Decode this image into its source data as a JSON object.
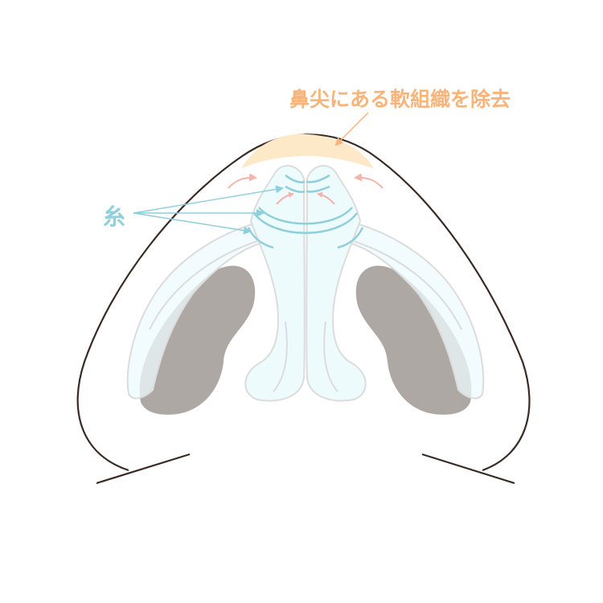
{
  "diagram": {
    "title": "Nose tip cartilage suture diagram (bottom view)",
    "labels": {
      "tip_soft_tissue": "鼻尖にある軟組織を除去",
      "thread": "糸"
    },
    "colors": {
      "outline": "#3a2a24",
      "soft_tissue": "#fde9c8",
      "soft_tissue_arrow": "#f9b47a",
      "cartilage_fill": "#edfbfd",
      "cartilage_stroke": "#dcdcdc",
      "thread": "#8fcfda",
      "pull_arrow": "#f6b2ab",
      "nostril": "#aea8a4",
      "label_tip": "#f9b47a",
      "label_thread": "#8fd0db"
    },
    "elements": [
      {
        "name": "nose-outline",
        "type": "curve"
      },
      {
        "name": "soft-tissue-area",
        "type": "shape"
      },
      {
        "name": "alar-cartilage-left",
        "type": "shape"
      },
      {
        "name": "alar-cartilage-right",
        "type": "shape"
      },
      {
        "name": "nostril-left",
        "type": "shape"
      },
      {
        "name": "nostril-right",
        "type": "shape"
      },
      {
        "name": "thread-lines",
        "count": 3
      },
      {
        "name": "pull-arrows",
        "count": 4
      }
    ]
  }
}
